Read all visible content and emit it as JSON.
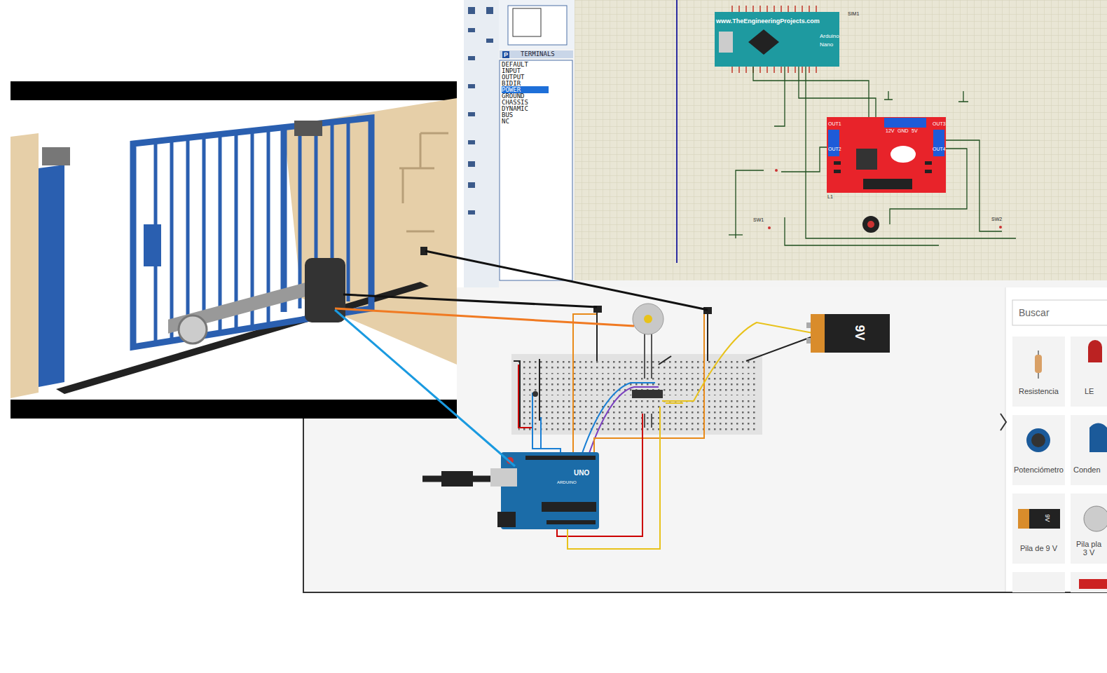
{
  "diagram": {
    "nodes": [
      {
        "text": [
          "TERMINALS"
        ]
      },
      {
        "text": [
          "www.TheEngineeringProjects.com",
          "Arduino",
          "Nano"
        ]
      },
      {
        "text": [
          "OUT1",
          "OUT2",
          "12V",
          "GND",
          "5V",
          "OUT3",
          "OUT4"
        ]
      },
      {
        "text": [
          "9V"
        ]
      },
      {
        "text": [
          "UNO",
          "ARDUINO"
        ]
      },
      {
        "text": [
          "Buscar"
        ]
      },
      {
        "text": [
          "Resistencia"
        ]
      },
      {
        "text": [
          "LE"
        ]
      },
      {
        "text": [
          "Potenciómetro"
        ]
      },
      {
        "text": [
          "Conden"
        ]
      },
      {
        "text": [
          "Pila de 9 V"
        ]
      },
      {
        "text": [
          "9V"
        ],
        "in": 10
      },
      {
        "text": [
          "Pila pla 3 V"
        ]
      }
    ],
    "labels": [
      "P",
      "DEFAULT",
      "INPUT",
      "OUTPUT",
      "BIDIR",
      "POWER",
      "GROUND",
      "CHASSIS",
      "DYNAMIC",
      "BUS",
      "NC",
      "SIM1",
      "L1",
      "SW1",
      "SW2"
    ]
  }
}
